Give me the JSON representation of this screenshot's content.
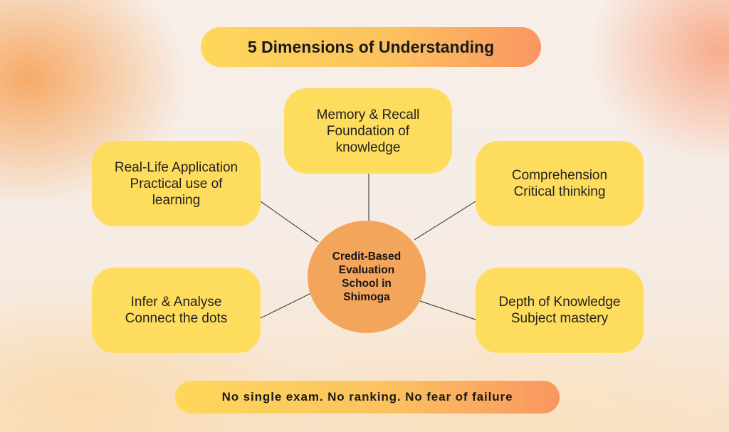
{
  "title": "5 Dimensions of Understanding",
  "footer": "No single exam. No ranking. No fear of failure",
  "hub": "Credit-Based Evaluation School in Shimoga",
  "nodes": {
    "memory": {
      "line1": "Memory & Recall",
      "line2": "Foundation of",
      "line3": "knowledge"
    },
    "application": {
      "line1": "Real-Life Application",
      "line2": "Practical use of",
      "line3": "learning"
    },
    "comprehension": {
      "line1": "Comprehension",
      "line2": "Critical thinking"
    },
    "infer": {
      "line1": "Infer & Analyse",
      "line2": "Connect the dots"
    },
    "depth": {
      "line1": "Depth of Knowledge",
      "line2": "Subject mastery"
    }
  },
  "colors": {
    "box": "#fedc5e",
    "hub": "#f3a55c",
    "pill_start": "#fdd85a",
    "pill_end": "#f99660",
    "connector": "#4a4a4a"
  }
}
